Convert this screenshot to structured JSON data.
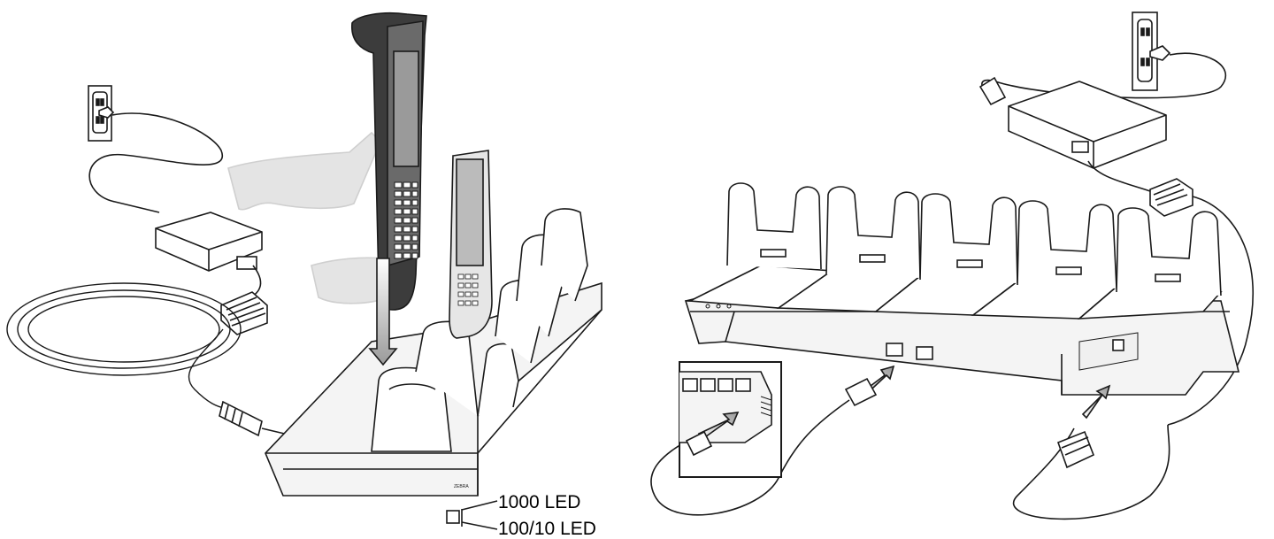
{
  "figure": {
    "brand_mark": "ZEBRA",
    "callouts": {
      "led_1000": "1000 LED",
      "led_100_10": "100/10 LED"
    }
  },
  "colors": {
    "line": "#1a1a1a",
    "device_dark": "#3c3c3c",
    "device_screen": "#9a9a9a",
    "ghost": "#d9d9d9",
    "cradle_fill": "#f4f4f4",
    "shadow": "#c8c8c8"
  },
  "icons": [
    "wall-outlet-icon",
    "power-supply-icon",
    "ethernet-port-icon",
    "arrow-down-icon",
    "arrow-insert-icon"
  ]
}
